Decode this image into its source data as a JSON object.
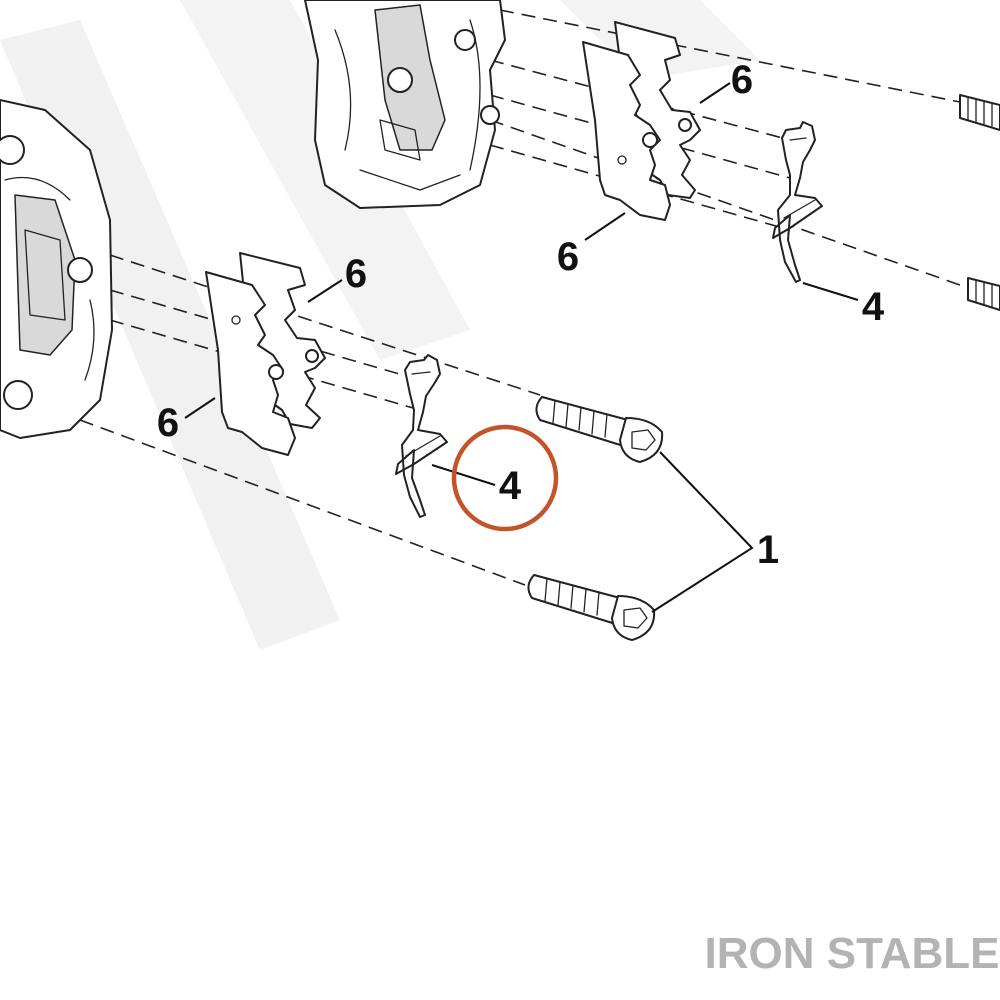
{
  "diagram": {
    "callouts": {
      "item_6_top_right": "6",
      "item_6_top_lower": "6",
      "item_4_top": "4",
      "item_6_mid_right": "6",
      "item_6_mid_left": "6",
      "item_4_highlighted": "4",
      "item_1_bolts": "1"
    },
    "highlight_color": "#c4532a",
    "line_color": "#222222",
    "watermark_color": "#ececec"
  },
  "brand": {
    "name": "IRON STABLE",
    "color": "#b3b3b3"
  }
}
